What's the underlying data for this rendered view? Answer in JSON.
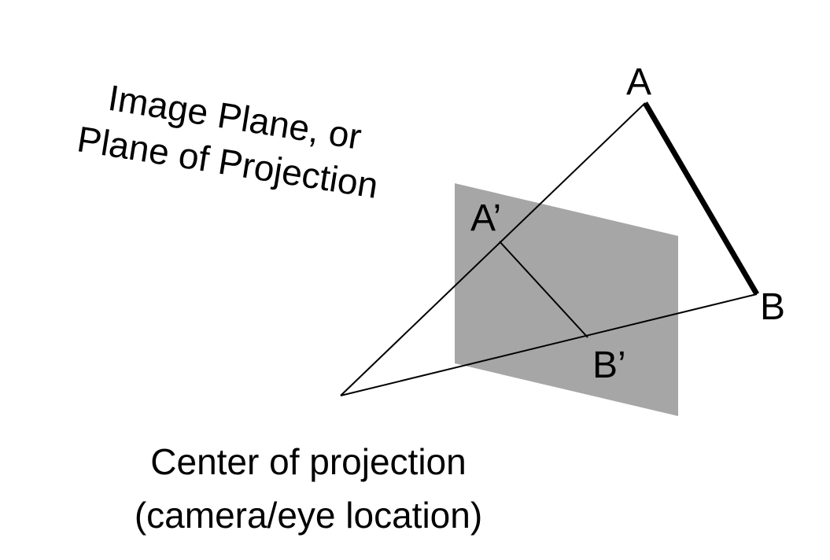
{
  "diagram": {
    "plane_label": {
      "line1": "Image Plane, or",
      "line2": "Plane of Projection"
    },
    "center_label": {
      "line1": "Center of projection",
      "line2": "(camera/eye location)"
    },
    "points": {
      "a": "A",
      "b": "B",
      "a_prime": "A’",
      "b_prime": "B’"
    },
    "colors": {
      "plane_fill": "#a6a6a6",
      "line": "#000000",
      "background": "#ffffff"
    }
  }
}
